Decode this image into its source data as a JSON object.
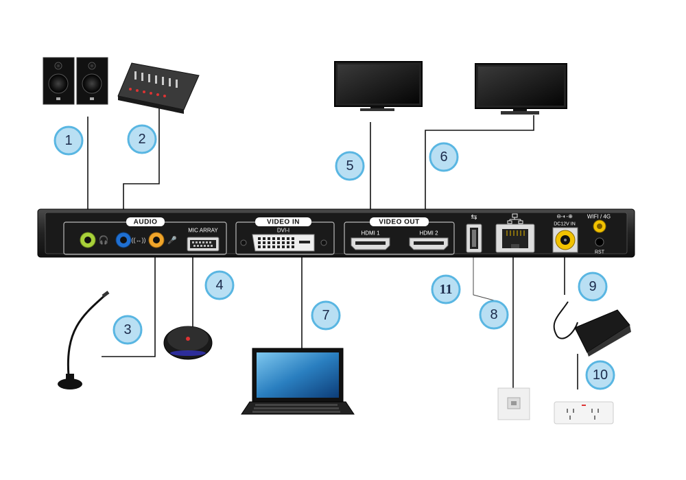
{
  "panel": {
    "audio_title": "AUDIO",
    "mic_array_label": "MIC ARRAY",
    "video_in_title": "VIDEO IN",
    "dvi_label": "DVI-I",
    "video_out_title": "VIDEO OUT",
    "hdmi1_label": "HDMI 1",
    "hdmi2_label": "HDMI 2",
    "dc_label": "DC12V IN",
    "wifi_label": "WIFI / 4G",
    "rst_label": "RST"
  },
  "callouts": [
    "1",
    "2",
    "3",
    "4",
    "5",
    "6",
    "7",
    "8",
    "9",
    "10",
    "11"
  ],
  "colors": {
    "callout_fill": "#b9dff3",
    "callout_stroke": "#59b6e2",
    "panel_body": "#2a2a2a",
    "audio_green": "#a8d13a",
    "audio_blue": "#1f6fd1",
    "audio_orange": "#f0a52a",
    "dc_yellow": "#f2c200"
  }
}
